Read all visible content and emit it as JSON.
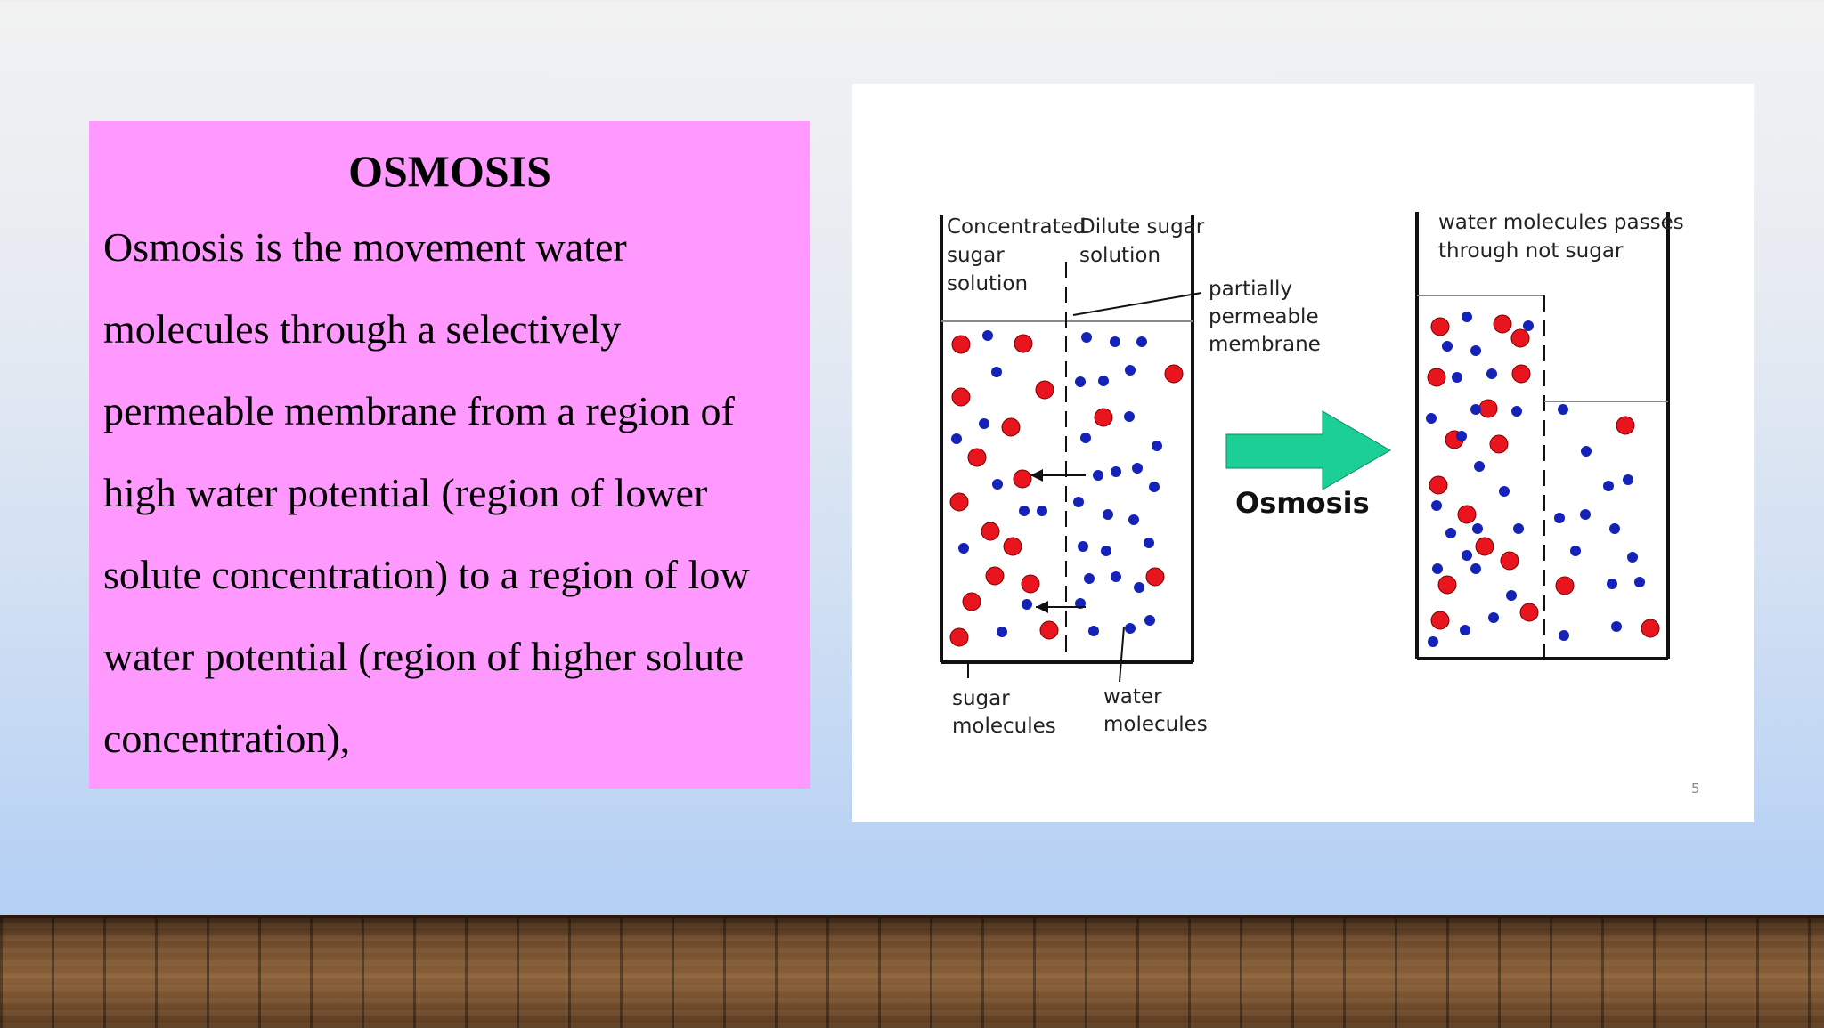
{
  "slide": {
    "title": "OSMOSIS",
    "body": "Osmosis is the movement water molecules through a selectively permeable membrane from a region of high water potential (region of lower solute concentration) to a region of low water potential (region of higher solute concentration),"
  },
  "diagram": {
    "left_beaker": {
      "left_label": [
        "Concentrated",
        "sugar",
        "solution"
      ],
      "right_label": [
        "Dilute sugar",
        "solution"
      ],
      "membrane_label": [
        "partially",
        "permeable",
        "membrane"
      ],
      "sugar_label": [
        "sugar",
        "molecules"
      ],
      "water_label": [
        "water",
        "molecules"
      ]
    },
    "arrow_label": "Osmosis",
    "right_beaker": {
      "label": [
        "water molecules passes",
        "through not sugar"
      ]
    },
    "page_number": "5",
    "colors": {
      "sugar": "#e8141e",
      "water": "#1522b8",
      "arrow": "#1ccf95"
    }
  }
}
